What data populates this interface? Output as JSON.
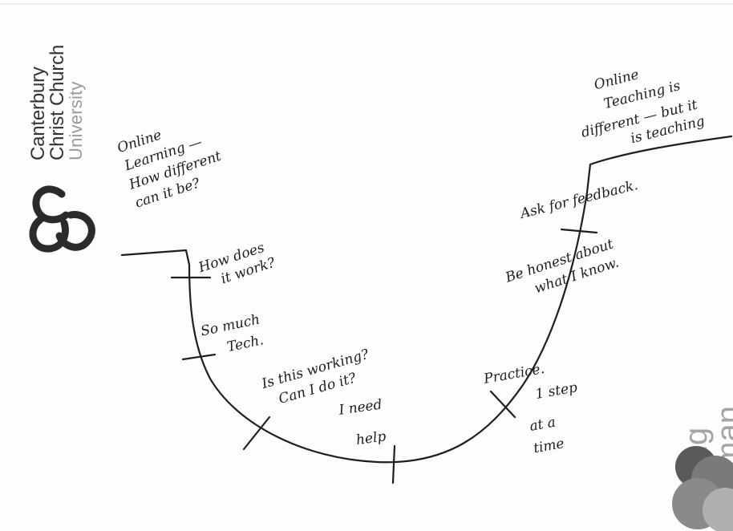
{
  "logos": {
    "university": {
      "line1": "Canterbury",
      "line2": "Christ Church",
      "line3": "University"
    },
    "being_human": {
      "line1": "Being",
      "line2": "Human"
    }
  },
  "notes": {
    "left_top": [
      "Online",
      "Learning —",
      "How different",
      "can it be?"
    ],
    "left_mid": [
      "How does",
      "it work?"
    ],
    "left_low": [
      "So much",
      "Tech."
    ],
    "bottom_question": [
      "Is this working?",
      "Can I do it?"
    ],
    "bottom_help": [
      "I need",
      "help"
    ],
    "right_top": [
      "Online",
      "Teaching is",
      "different — but it",
      "is teaching"
    ],
    "right_feedback": [
      "Ask for feedback."
    ],
    "right_honest": [
      "Be honest about",
      "what I know."
    ],
    "right_low": [
      "Practice.",
      "1 step",
      "at a",
      "time"
    ]
  },
  "colors": {
    "ink": "#1e1e1e",
    "logo_dark": "#333333",
    "logo_grey": "#9a9a9a"
  }
}
